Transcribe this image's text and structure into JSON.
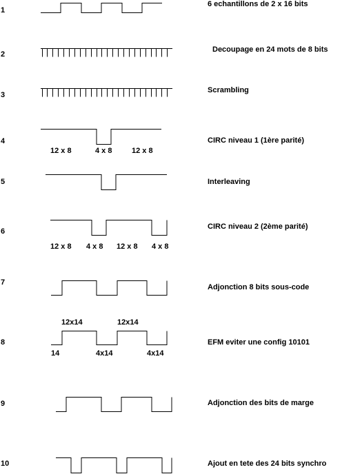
{
  "steps": [
    {
      "number": "1",
      "description": "6 echantillons de 2 x 16 bits"
    },
    {
      "number": "2",
      "description": "Decoupage en 24 mots de 8 bits"
    },
    {
      "number": "3",
      "description": "Scrambling"
    },
    {
      "number": "4",
      "description": "CIRC niveau 1 (1ère parité)",
      "labels": [
        "12 x 8",
        "4 x 8",
        "12 x 8"
      ]
    },
    {
      "number": "5",
      "description": "Interleaving"
    },
    {
      "number": "6",
      "description": "CIRC niveau 2 (2ème parité)",
      "labels": [
        "12 x 8",
        "4 x 8",
        "12 x 8",
        "4 x 8"
      ]
    },
    {
      "number": "7",
      "description": "Adjonction 8 bits sous-code"
    },
    {
      "number": "8",
      "description": "EFM eviter une config 10101",
      "labels_top": [
        "12x14",
        "12x14"
      ],
      "labels_bottom": [
        "14",
        "4x14",
        "4x14"
      ]
    },
    {
      "number": "9",
      "description": "Adjonction des bits de marge"
    },
    {
      "number": "10",
      "description": "Ajout en tete des 24 bits synchro"
    }
  ]
}
